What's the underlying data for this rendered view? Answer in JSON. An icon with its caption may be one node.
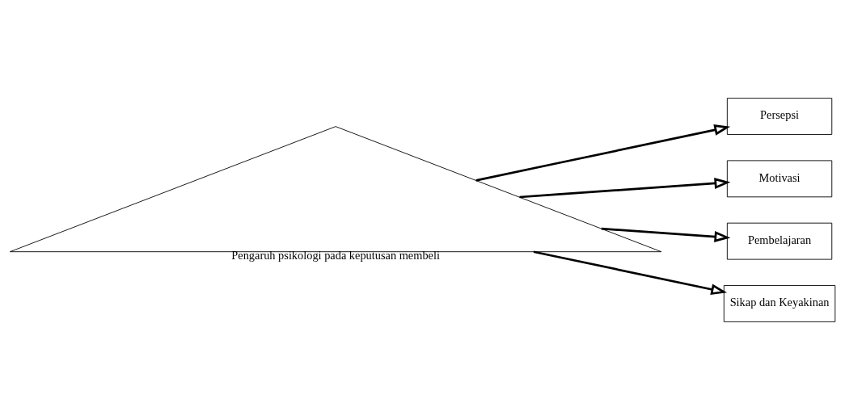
{
  "diagram": {
    "nodes": [
      {
        "text": [
          "Pengaruh psikologi pada keputusan membeli"
        ]
      },
      {
        "text": [
          "Persepsi"
        ]
      },
      {
        "text": [
          "Motivasi"
        ]
      },
      {
        "text": [
          "Pembelajaran"
        ]
      },
      {
        "text": [
          "Sikap dan Keyakinan"
        ]
      }
    ],
    "edges": [
      {
        "from": 0,
        "to": 1,
        "arrow": "to"
      },
      {
        "from": 0,
        "to": 2,
        "arrow": "to"
      },
      {
        "from": 0,
        "to": 3,
        "arrow": "to"
      },
      {
        "from": 0,
        "to": 4,
        "arrow": "to"
      }
    ]
  }
}
